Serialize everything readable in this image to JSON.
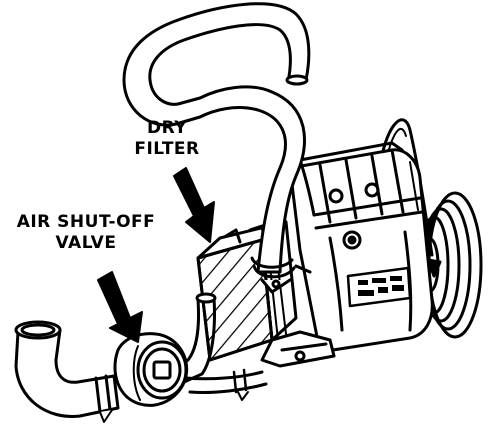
{
  "callouts": {
    "dry_filter": {
      "line1": "DRY",
      "line2": "FILTER"
    },
    "air_shutoff": {
      "line1": "AIR SHUT-OFF",
      "line2": "VALVE"
    }
  },
  "colors": {
    "ink": "#000000",
    "paper": "#ffffff"
  }
}
